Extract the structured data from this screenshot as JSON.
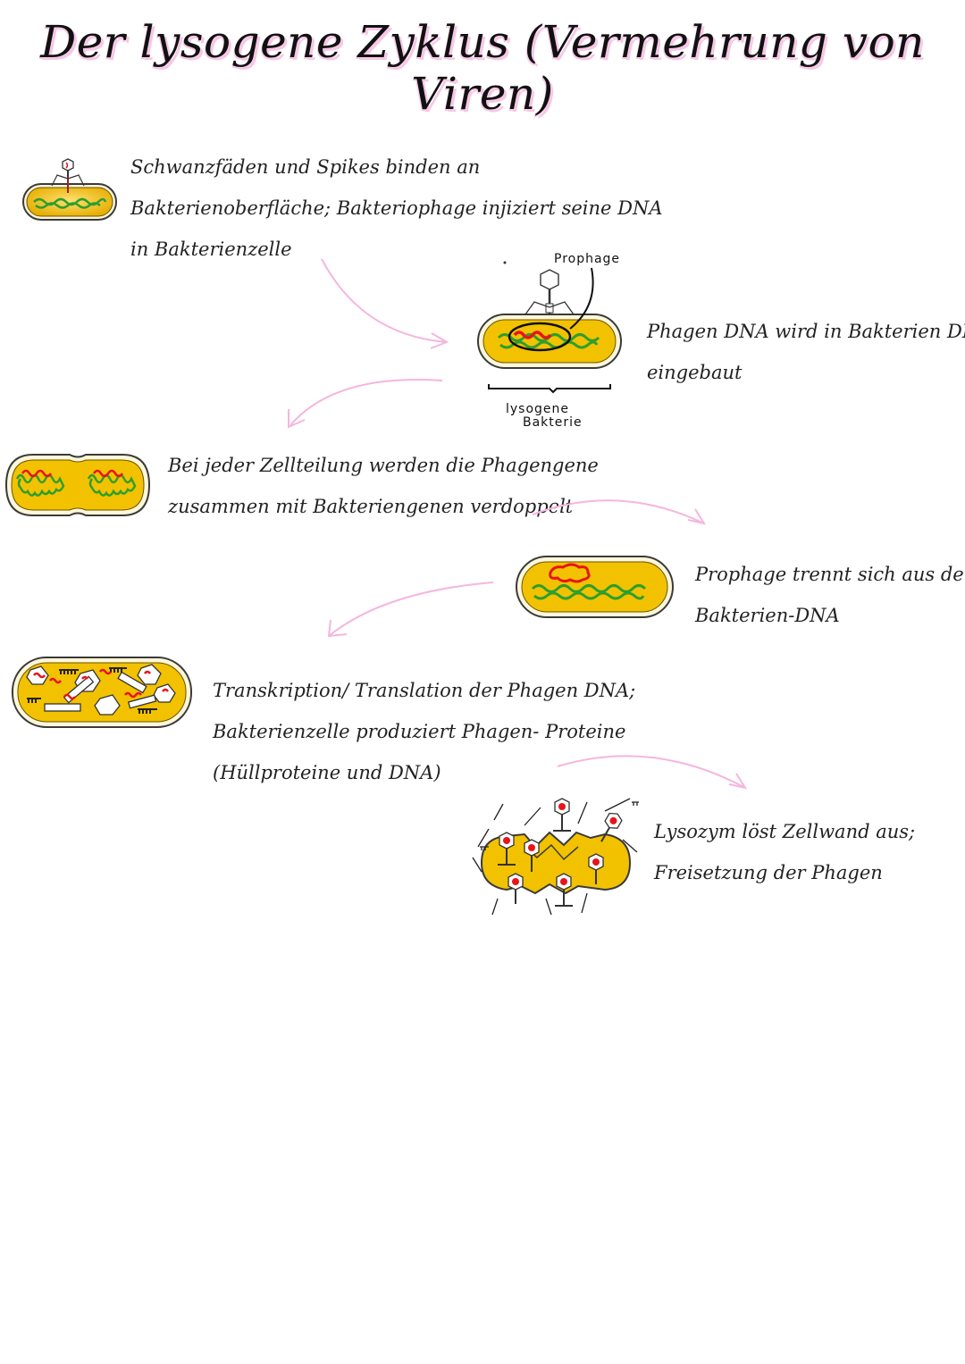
{
  "title": "Der lysogene Zyklus (Vermehrung von Viren)",
  "steps": [
    {
      "lines": [
        "Schwanzfäden und Spikes binden an",
        "Bakterienoberfläche; Bakteriophage injiziert seine DNA",
        "in Bakterienzelle"
      ]
    },
    {
      "lines": [
        "Phagen DNA wird in Bakterien DNA",
        "eingebaut"
      ]
    },
    {
      "lines": [
        "Bei jeder Zellteilung werden die Phagengene",
        "zusammen mit Bakteriengenen verdoppelt"
      ]
    },
    {
      "lines": [
        "Prophage trennt sich aus der",
        "Bakterien-DNA"
      ]
    },
    {
      "lines": [
        "Transkription/ Translation der Phagen DNA;",
        "Bakterienzelle produziert Phagen- Proteine",
        "(Hüllproteine und DNA)"
      ]
    },
    {
      "lines": [
        "Lysozym löst Zellwand aus;",
        "Freisetzung der Phagen"
      ]
    }
  ],
  "labels": {
    "prophage": "Prophage",
    "lysogene_line1": "lysogene",
    "lysogene_line2": "Bakterie"
  },
  "colors": {
    "cell_fill": "#f2c200",
    "cell_stroke": "#3a3a3a",
    "dna_green": "#2e9e2e",
    "phage_dna_red": "#e8141b",
    "arrow_pink": "#f5b6de",
    "title_shadow": "#f6c8e6"
  }
}
